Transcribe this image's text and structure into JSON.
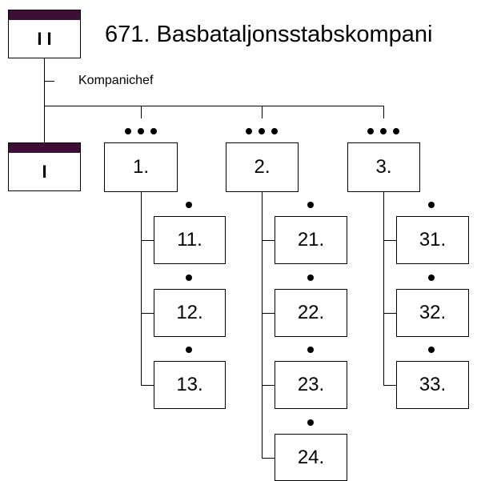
{
  "title": "671. Basbataljonsstabskompani",
  "commander_label": "Kompanichef",
  "colors": {
    "band": "#3f0e36",
    "line": "#000000"
  },
  "battalion_symbol": "I I",
  "company_symbol": "I",
  "platoons": [
    {
      "label": "1.",
      "sections": [
        "11.",
        "12.",
        "13."
      ]
    },
    {
      "label": "2.",
      "sections": [
        "21.",
        "22.",
        "23.",
        "24."
      ]
    },
    {
      "label": "3.",
      "sections": [
        "31.",
        "32.",
        "33."
      ]
    }
  ]
}
